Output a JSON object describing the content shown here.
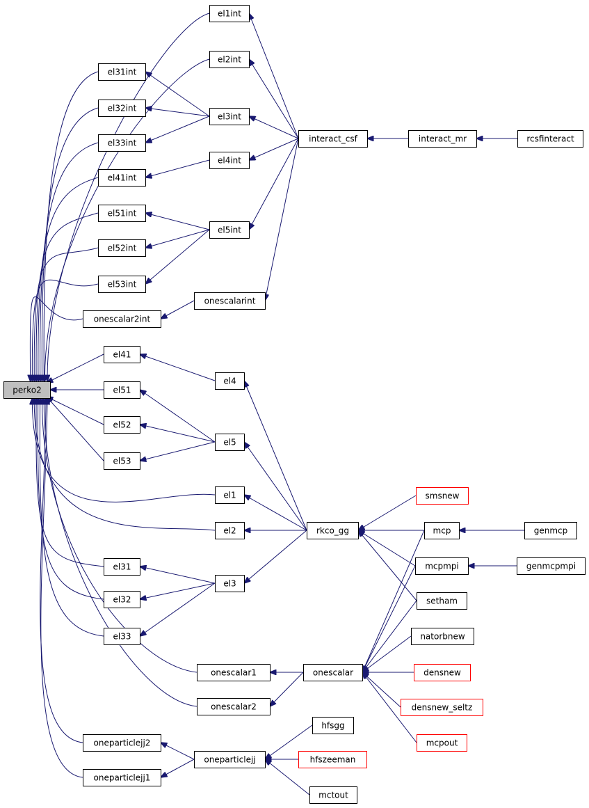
{
  "colors": {
    "edge": "#191970",
    "node_fill": "#ffffff",
    "node_stroke": "#000000",
    "focus_fill": "#bfbfbf",
    "truncated_stroke": "#ff0000"
  },
  "nodes": [
    {
      "id": "perko2",
      "label": "perko2",
      "style": "focus"
    },
    {
      "id": "el1int",
      "label": "el1int",
      "style": "normal"
    },
    {
      "id": "el2int",
      "label": "el2int",
      "style": "normal"
    },
    {
      "id": "el31int",
      "label": "el31int",
      "style": "normal"
    },
    {
      "id": "el32int",
      "label": "el32int",
      "style": "normal"
    },
    {
      "id": "el3int",
      "label": "el3int",
      "style": "normal"
    },
    {
      "id": "el33int",
      "label": "el33int",
      "style": "normal"
    },
    {
      "id": "el41int",
      "label": "el41int",
      "style": "normal"
    },
    {
      "id": "el4int",
      "label": "el4int",
      "style": "normal"
    },
    {
      "id": "el51int",
      "label": "el51int",
      "style": "normal"
    },
    {
      "id": "el5int",
      "label": "el5int",
      "style": "normal"
    },
    {
      "id": "el52int",
      "label": "el52int",
      "style": "normal"
    },
    {
      "id": "el53int",
      "label": "el53int",
      "style": "normal"
    },
    {
      "id": "onescalarint",
      "label": "onescalarint",
      "style": "normal"
    },
    {
      "id": "onescalar2int",
      "label": "onescalar2int",
      "style": "normal"
    },
    {
      "id": "interact_csf",
      "label": "interact_csf",
      "style": "normal"
    },
    {
      "id": "interact_mr",
      "label": "interact_mr",
      "style": "normal"
    },
    {
      "id": "rcsfinteract",
      "label": "rcsfinteract",
      "style": "normal"
    },
    {
      "id": "el41",
      "label": "el41",
      "style": "normal"
    },
    {
      "id": "el4",
      "label": "el4",
      "style": "normal"
    },
    {
      "id": "el51",
      "label": "el51",
      "style": "normal"
    },
    {
      "id": "el52",
      "label": "el52",
      "style": "normal"
    },
    {
      "id": "el5",
      "label": "el5",
      "style": "normal"
    },
    {
      "id": "el53",
      "label": "el53",
      "style": "normal"
    },
    {
      "id": "el1",
      "label": "el1",
      "style": "normal"
    },
    {
      "id": "el2",
      "label": "el2",
      "style": "normal"
    },
    {
      "id": "rkco_gg",
      "label": "rkco_gg",
      "style": "normal"
    },
    {
      "id": "smsnew",
      "label": "smsnew",
      "style": "truncated"
    },
    {
      "id": "mcp",
      "label": "mcp",
      "style": "normal"
    },
    {
      "id": "genmcp",
      "label": "genmcp",
      "style": "normal"
    },
    {
      "id": "mcpmpi",
      "label": "mcpmpi",
      "style": "normal"
    },
    {
      "id": "genmcpmpi",
      "label": "genmcpmpi",
      "style": "normal"
    },
    {
      "id": "setham",
      "label": "setham",
      "style": "normal"
    },
    {
      "id": "el31",
      "label": "el31",
      "style": "normal"
    },
    {
      "id": "el3",
      "label": "el3",
      "style": "normal"
    },
    {
      "id": "el32",
      "label": "el32",
      "style": "normal"
    },
    {
      "id": "el33",
      "label": "el33",
      "style": "normal"
    },
    {
      "id": "natorbnew",
      "label": "natorbnew",
      "style": "normal"
    },
    {
      "id": "onescalar1",
      "label": "onescalar1",
      "style": "normal"
    },
    {
      "id": "onescalar",
      "label": "onescalar",
      "style": "normal"
    },
    {
      "id": "densnew",
      "label": "densnew",
      "style": "truncated"
    },
    {
      "id": "onescalar2",
      "label": "onescalar2",
      "style": "normal"
    },
    {
      "id": "densnew_seltz",
      "label": "densnew_seltz",
      "style": "truncated"
    },
    {
      "id": "mcpout",
      "label": "mcpout",
      "style": "truncated"
    },
    {
      "id": "hfsgg",
      "label": "hfsgg",
      "style": "normal"
    },
    {
      "id": "oneparticlejj2",
      "label": "oneparticlejj2",
      "style": "normal"
    },
    {
      "id": "oneparticlejj",
      "label": "oneparticlejj",
      "style": "normal"
    },
    {
      "id": "hfszeeman",
      "label": "hfszeeman",
      "style": "truncated"
    },
    {
      "id": "oneparticlejj1",
      "label": "oneparticlejj1",
      "style": "normal"
    },
    {
      "id": "mctout",
      "label": "mctout",
      "style": "normal"
    }
  ],
  "edges": [
    {
      "from": "el1int",
      "to": "perko2"
    },
    {
      "from": "el2int",
      "to": "perko2"
    },
    {
      "from": "el31int",
      "to": "perko2"
    },
    {
      "from": "el32int",
      "to": "perko2"
    },
    {
      "from": "el33int",
      "to": "perko2"
    },
    {
      "from": "el41int",
      "to": "perko2"
    },
    {
      "from": "el51int",
      "to": "perko2"
    },
    {
      "from": "el52int",
      "to": "perko2"
    },
    {
      "from": "el53int",
      "to": "perko2"
    },
    {
      "from": "onescalar2int",
      "to": "perko2"
    },
    {
      "from": "el41",
      "to": "perko2"
    },
    {
      "from": "el51",
      "to": "perko2"
    },
    {
      "from": "el52",
      "to": "perko2"
    },
    {
      "from": "el53",
      "to": "perko2"
    },
    {
      "from": "el1",
      "to": "perko2"
    },
    {
      "from": "el2",
      "to": "perko2"
    },
    {
      "from": "el31",
      "to": "perko2"
    },
    {
      "from": "el32",
      "to": "perko2"
    },
    {
      "from": "el33",
      "to": "perko2"
    },
    {
      "from": "onescalar1",
      "to": "perko2"
    },
    {
      "from": "onescalar2",
      "to": "perko2"
    },
    {
      "from": "oneparticlejj2",
      "to": "perko2"
    },
    {
      "from": "oneparticlejj1",
      "to": "perko2"
    },
    {
      "from": "interact_csf",
      "to": "el1int"
    },
    {
      "from": "interact_csf",
      "to": "el2int"
    },
    {
      "from": "el3int",
      "to": "el31int"
    },
    {
      "from": "el3int",
      "to": "el32int"
    },
    {
      "from": "el3int",
      "to": "el33int"
    },
    {
      "from": "interact_csf",
      "to": "el3int"
    },
    {
      "from": "el4int",
      "to": "el41int"
    },
    {
      "from": "interact_csf",
      "to": "el4int"
    },
    {
      "from": "el5int",
      "to": "el51int"
    },
    {
      "from": "el5int",
      "to": "el52int"
    },
    {
      "from": "el5int",
      "to": "el53int"
    },
    {
      "from": "interact_csf",
      "to": "el5int"
    },
    {
      "from": "onescalarint",
      "to": "onescalar2int"
    },
    {
      "from": "interact_csf",
      "to": "onescalarint"
    },
    {
      "from": "interact_mr",
      "to": "interact_csf"
    },
    {
      "from": "rcsfinteract",
      "to": "interact_mr"
    },
    {
      "from": "el4",
      "to": "el41"
    },
    {
      "from": "el5",
      "to": "el51"
    },
    {
      "from": "el5",
      "to": "el52"
    },
    {
      "from": "el5",
      "to": "el53"
    },
    {
      "from": "rkco_gg",
      "to": "el4"
    },
    {
      "from": "rkco_gg",
      "to": "el5"
    },
    {
      "from": "rkco_gg",
      "to": "el1"
    },
    {
      "from": "rkco_gg",
      "to": "el2"
    },
    {
      "from": "el3",
      "to": "el31"
    },
    {
      "from": "el3",
      "to": "el32"
    },
    {
      "from": "el3",
      "to": "el33"
    },
    {
      "from": "rkco_gg",
      "to": "el3"
    },
    {
      "from": "smsnew",
      "to": "rkco_gg"
    },
    {
      "from": "mcp",
      "to": "rkco_gg"
    },
    {
      "from": "mcpmpi",
      "to": "rkco_gg"
    },
    {
      "from": "setham",
      "to": "rkco_gg"
    },
    {
      "from": "genmcp",
      "to": "mcp"
    },
    {
      "from": "genmcpmpi",
      "to": "mcpmpi"
    },
    {
      "from": "onescalar",
      "to": "onescalar1"
    },
    {
      "from": "onescalar",
      "to": "onescalar2"
    },
    {
      "from": "mcp",
      "to": "onescalar"
    },
    {
      "from": "mcpmpi",
      "to": "onescalar"
    },
    {
      "from": "setham",
      "to": "onescalar"
    },
    {
      "from": "natorbnew",
      "to": "onescalar"
    },
    {
      "from": "densnew",
      "to": "onescalar"
    },
    {
      "from": "densnew_seltz",
      "to": "onescalar"
    },
    {
      "from": "mcpout",
      "to": "onescalar"
    },
    {
      "from": "oneparticlejj",
      "to": "oneparticlejj2"
    },
    {
      "from": "oneparticlejj",
      "to": "oneparticlejj1"
    },
    {
      "from": "hfsgg",
      "to": "oneparticlejj"
    },
    {
      "from": "hfszeeman",
      "to": "oneparticlejj"
    },
    {
      "from": "mctout",
      "to": "oneparticlejj"
    }
  ]
}
